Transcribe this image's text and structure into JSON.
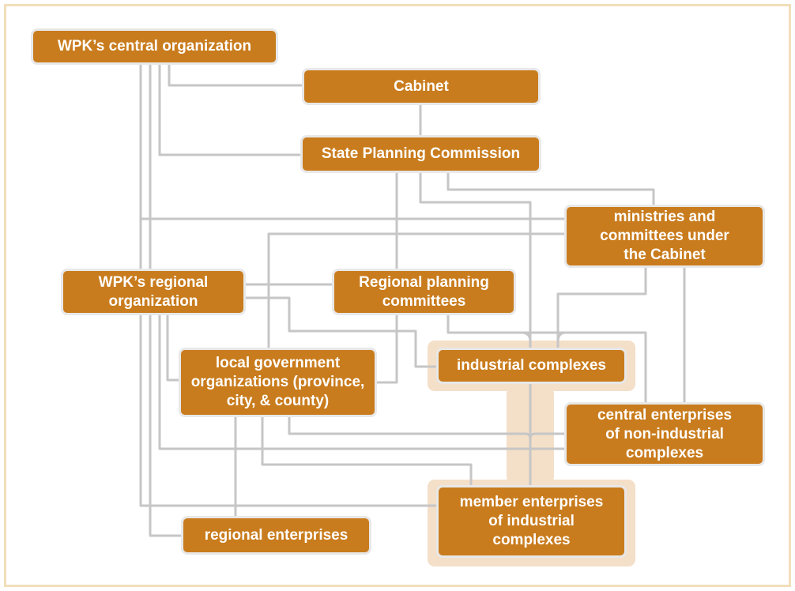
{
  "colors": {
    "node_fill": "#c97c1d",
    "node_text": "#ffffff",
    "node_border": "#e8e8e8",
    "connector": "#c6c6c6",
    "highlight": "#f4dfc8",
    "frame": "#f1dfb9"
  },
  "nodes": {
    "wpk_central": "WPK’s central organization",
    "cabinet": "Cabinet",
    "state_planning": "State Planning Commission",
    "ministries": "ministries and\ncommittees under\nthe Cabinet",
    "wpk_regional": "WPK’s regional\norganization",
    "regional_planning": "Regional planning\ncommittees",
    "local_government": "local government\norganizations (province,\ncity, & county)",
    "industrial_complexes": "industrial complexes",
    "central_enterprises": "central enterprises\nof non-industrial\ncomplexes",
    "member_enterprises": "member enterprises\nof industrial\ncomplexes",
    "regional_enterprises": "regional enterprises"
  }
}
